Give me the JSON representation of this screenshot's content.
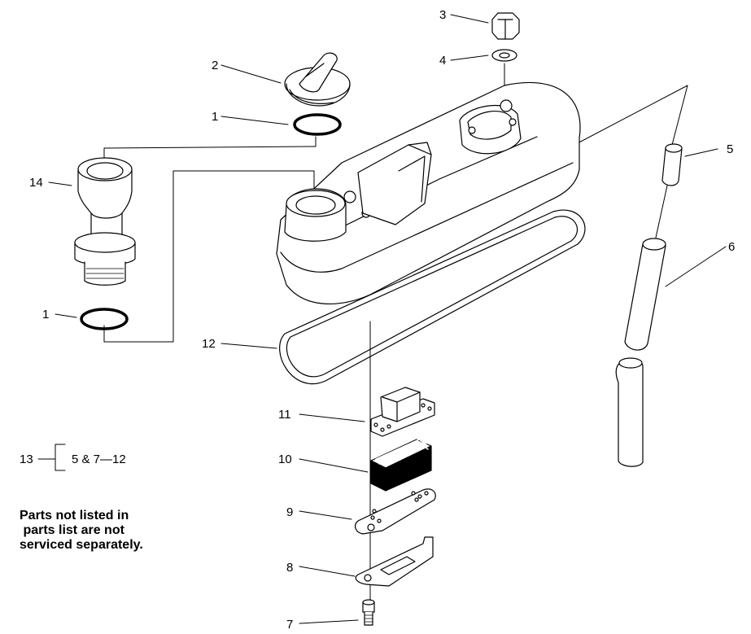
{
  "callouts": {
    "c1a": "1",
    "c1b": "1",
    "c2": "2",
    "c3": "3",
    "c4": "4",
    "c5": "5",
    "c6": "6",
    "c7": "7",
    "c8": "8",
    "c9": "9",
    "c10": "10",
    "c11": "11",
    "c12": "12",
    "c13": "13",
    "c14": "14"
  },
  "kit_note": "5 & 7—12",
  "footnote": {
    "line1": "Parts not listed in",
    "line2": " parts list are not",
    "line3": "serviced separately."
  }
}
